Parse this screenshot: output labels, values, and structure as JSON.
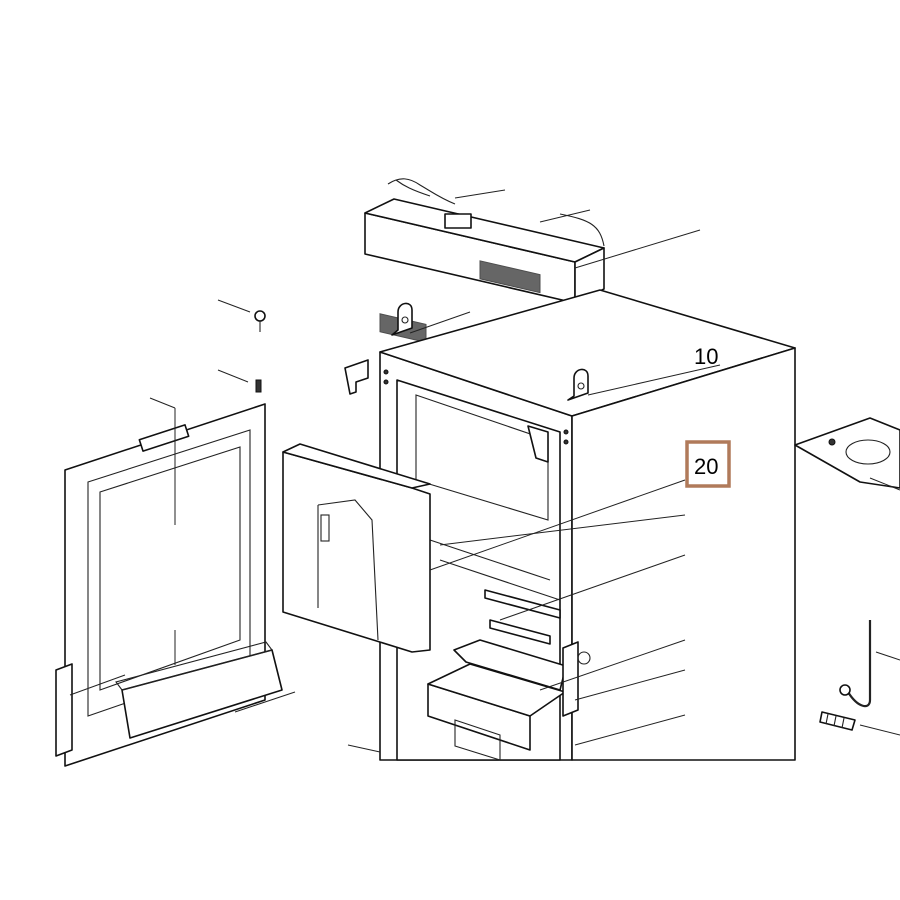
{
  "callouts": [
    {
      "id": "callout-10",
      "label": "10",
      "highlighted": false
    },
    {
      "id": "callout-20",
      "label": "20",
      "highlighted": true
    }
  ],
  "colors": {
    "highlight_border": "#b07a5a",
    "line": "#111111",
    "background": "#ffffff"
  }
}
